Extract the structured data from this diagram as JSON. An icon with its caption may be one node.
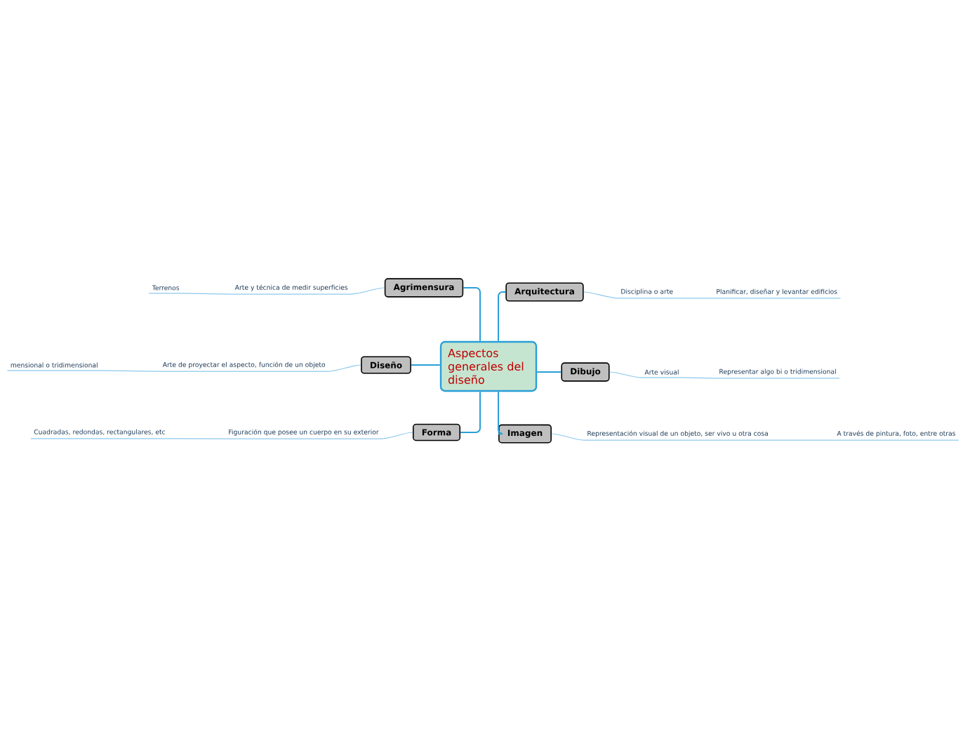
{
  "diagram": {
    "nodes": [
      {
        "text": [
          "Aspectos generales del diseño"
        ]
      },
      {
        "text": [
          "Agrimensura"
        ]
      },
      {
        "text": [
          "Arquitectura"
        ]
      },
      {
        "text": [
          "Diseño"
        ]
      },
      {
        "text": [
          "Dibujo"
        ]
      },
      {
        "text": [
          "Forma"
        ]
      },
      {
        "text": [
          "Imagen"
        ]
      },
      {
        "text": [
          "Arte y técnica de medir superficies"
        ]
      },
      {
        "text": [
          "Terrenos"
        ]
      },
      {
        "text": [
          "Disciplina o arte"
        ]
      },
      {
        "text": [
          "Planificar, diseñar y levantar edificios"
        ]
      },
      {
        "text": [
          "Arte de proyectar el aspecto, función de un objeto"
        ]
      },
      {
        "text": [
          "mensional o tridimensional"
        ]
      },
      {
        "text": [
          "Arte visual"
        ]
      },
      {
        "text": [
          "Representar algo bi o tridimensional"
        ]
      },
      {
        "text": [
          "Figuración que posee un cuerpo en su exterior"
        ]
      },
      {
        "text": [
          "Cuadradas, redondas, rectangulares, etc"
        ]
      },
      {
        "text": [
          "Representación visual de un objeto, ser vivo u otra cosa"
        ]
      },
      {
        "text": [
          "A través de pintura, foto, entre otras"
        ]
      }
    ],
    "edges": [
      {
        "from": 0,
        "to": 1,
        "arrow": "none",
        "color": "#2a9fd8"
      },
      {
        "from": 0,
        "to": 2,
        "arrow": "none",
        "color": "#2a9fd8"
      },
      {
        "from": 0,
        "to": 3,
        "arrow": "none",
        "color": "#2a9fd8"
      },
      {
        "from": 0,
        "to": 4,
        "arrow": "none",
        "color": "#2a9fd8"
      },
      {
        "from": 0,
        "to": 5,
        "arrow": "none",
        "color": "#2a9fd8"
      },
      {
        "from": 0,
        "to": 6,
        "arrow": "none",
        "color": "#2a9fd8"
      },
      {
        "from": 1,
        "to": 7,
        "arrow": "none"
      },
      {
        "from": 7,
        "to": 8,
        "arrow": "none"
      },
      {
        "from": 2,
        "to": 9,
        "arrow": "none"
      },
      {
        "from": 9,
        "to": 10,
        "arrow": "none"
      },
      {
        "from": 3,
        "to": 11,
        "arrow": "none"
      },
      {
        "from": 11,
        "to": 12,
        "arrow": "none"
      },
      {
        "from": 4,
        "to": 13,
        "arrow": "none"
      },
      {
        "from": 13,
        "to": 14,
        "arrow": "none"
      },
      {
        "from": 5,
        "to": 15,
        "arrow": "none"
      },
      {
        "from": 15,
        "to": 16,
        "arrow": "none"
      },
      {
        "from": 6,
        "to": 17,
        "arrow": "none"
      },
      {
        "from": 17,
        "to": 18,
        "arrow": "none"
      }
    ]
  }
}
